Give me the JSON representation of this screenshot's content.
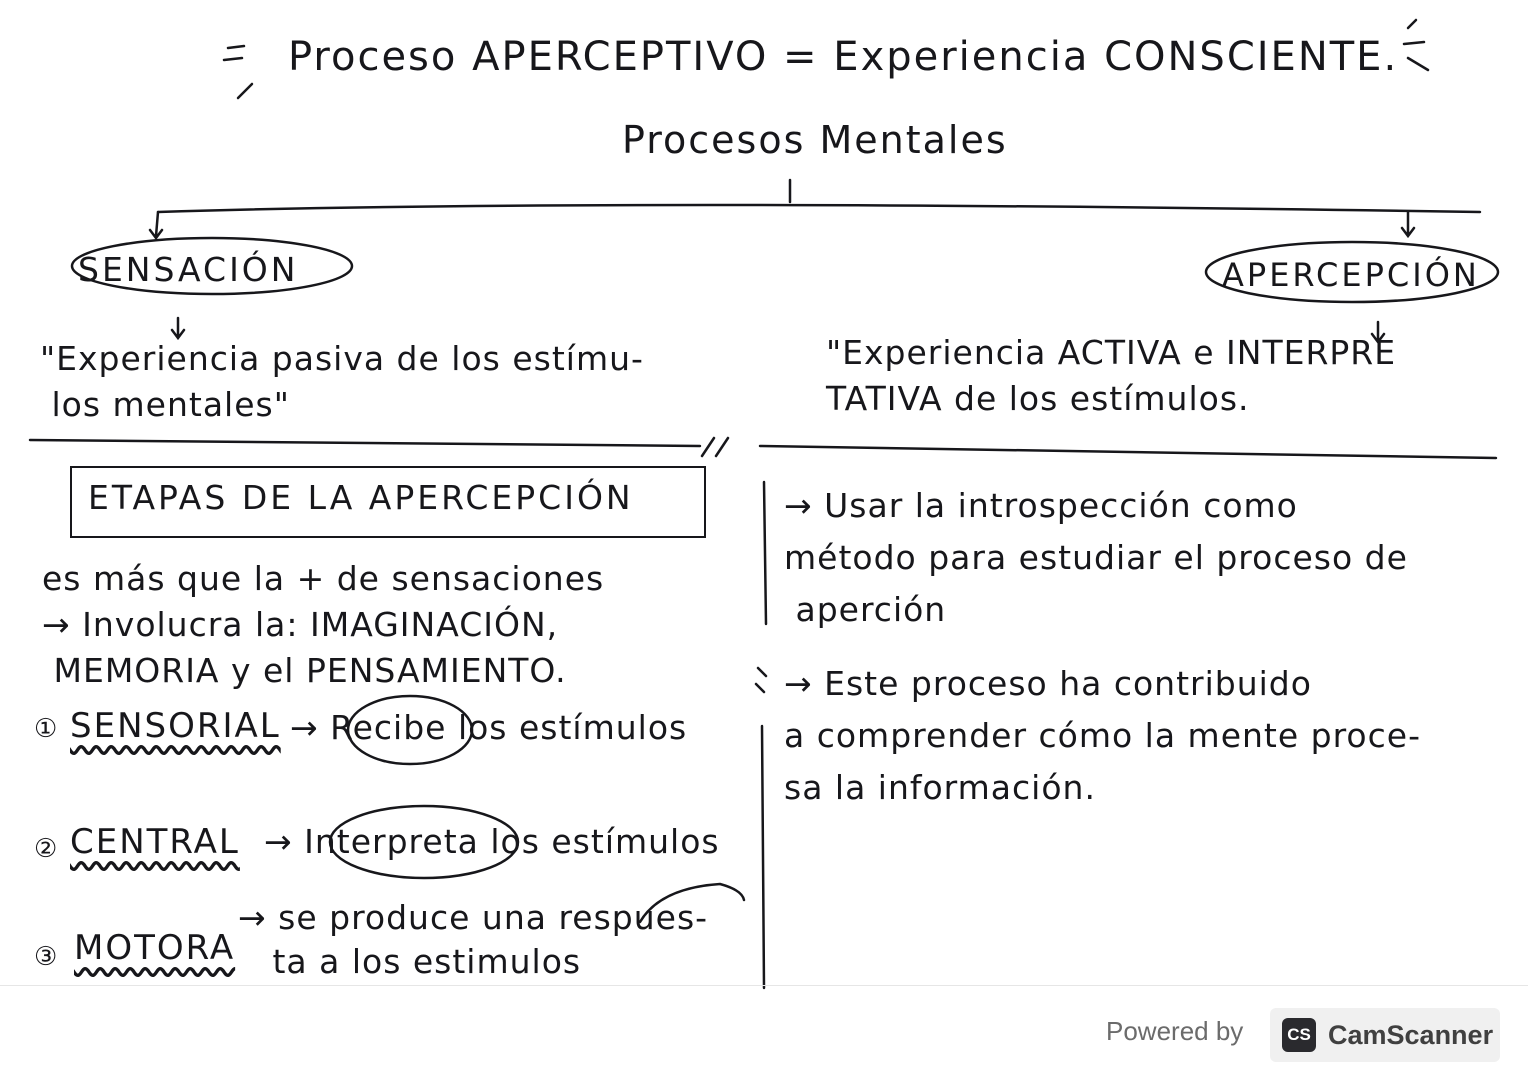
{
  "header": {
    "title": "Proceso APERCEPTIVO = Experiencia CONSCIENTE.",
    "subtitle": "Procesos Mentales"
  },
  "branches": {
    "left_label": "SENSACIÓN",
    "right_label": "APERCEPCIÓN",
    "left_definition": "\"Experiencia pasiva de los estímu-\n los mentales\"",
    "right_definition": "\"Experiencia ACTIVA e INTERPRE\nTATIVA de los estímulos."
  },
  "stages": {
    "box_title": "ETAPAS DE LA APERCEPCIÓN",
    "intro": "es más que la + de sensaciones\n→ Involucra la: IMAGINACIÓN,\n MEMORIA y el PENSAMIENTO.",
    "items": [
      {
        "num": "①",
        "name": "SENSORIAL",
        "desc": "→ Recibe los estímulos"
      },
      {
        "num": "②",
        "name": "CENTRAL",
        "desc": "→ Interpreta los estímulos"
      },
      {
        "num": "③",
        "name": "MOTORA",
        "desc": "→ se produce una respues-\n   ta a los estimulos"
      }
    ]
  },
  "right_notes": {
    "note1": "→ Usar la introspección como\nmétodo para estudiar el proceso de\n aperción",
    "note2": "→ Este proceso ha contribuido\na comprender cómo la mente proce-\nsa la información."
  },
  "footer": {
    "powered_by": "Powered by",
    "brand_logo": "CS",
    "brand_name": "CamScanner"
  }
}
